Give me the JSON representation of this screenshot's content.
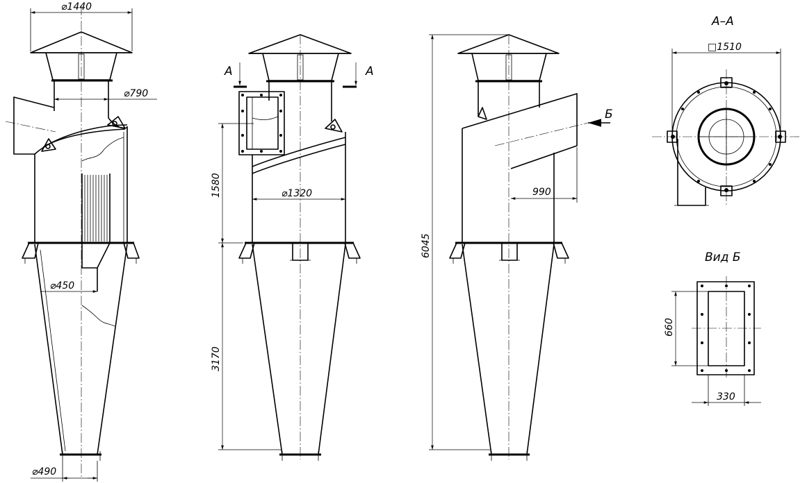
{
  "dimensions": {
    "cap_diameter": "⌀1440",
    "outlet_pipe_diameter": "⌀790",
    "inner_pipe_diameter": "⌀450",
    "dust_outlet_diameter": "⌀490",
    "body_height": "1580",
    "body_diameter": "⌀1320",
    "cone_height": "3170",
    "total_height": "6045",
    "inlet_offset": "990",
    "flange_square": "□1510",
    "flange_height": "660",
    "flange_width": "330"
  },
  "section_labels": {
    "cut_mark_left": "A",
    "cut_mark_right": "A",
    "section_title": "A–A",
    "view_arrow": "Б",
    "view_title": "Вид Б"
  }
}
